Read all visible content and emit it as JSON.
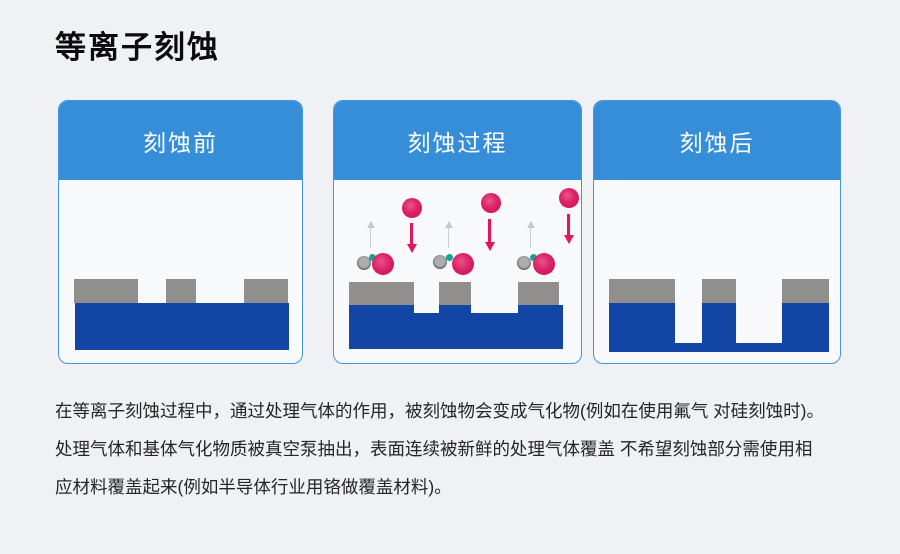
{
  "title": "等离子刻蚀",
  "panels": [
    {
      "label": "刻蚀前"
    },
    {
      "label": "刻蚀过程"
    },
    {
      "label": "刻蚀后"
    }
  ],
  "description": {
    "lines": [
      "在等离子刻蚀过程中，通过处理气体的作用，被刻蚀物会变成气化物(例如在使用氟气 对硅刻蚀时)。",
      "处理气体和基体气化物质被真空泵抽出，表面连续被新鲜的处理气体覆盖 不希望刻蚀部分需使用相",
      "应材料覆盖起来(例如半导体行业用铬做覆盖材料)。"
    ]
  },
  "colors": {
    "background": "#F0F1F4",
    "header_blue": "#368DD8",
    "panel_border": "#4296DA",
    "panel_body": "#F7F9FA",
    "substrate_blue": "#1345A4",
    "mask_gray": "#918E8E",
    "ion_pink": "#D6175E",
    "arrow_red": "#E3155B",
    "outgas_arrow_gray": "#C6C8CA",
    "molecule_teal": "#14A295"
  }
}
